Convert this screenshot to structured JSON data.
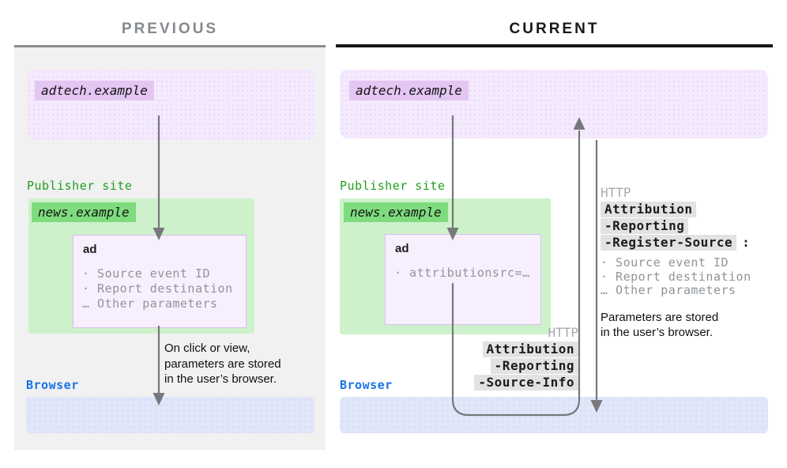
{
  "previous": {
    "title": "PREVIOUS",
    "adtech_label": "adtech.example",
    "publisher_label": "Publisher site",
    "news_label": "news.example",
    "ad_title": "ad",
    "ad_params": [
      "· Source event ID",
      "· Report destination",
      "… Other parameters"
    ],
    "note_lines": [
      "On click or view,",
      "parameters are stored",
      "in the user’s browser."
    ],
    "browser_label": "Browser"
  },
  "current": {
    "title": "CURRENT",
    "adtech_label": "adtech.example",
    "publisher_label": "Publisher site",
    "news_label": "news.example",
    "ad_title": "ad",
    "ad_params": [
      "· attributionsrc=…"
    ],
    "request": {
      "protocol": "HTTP",
      "header_lines": [
        "Attribution",
        "-Reporting",
        "-Register-Source"
      ],
      "colon": ":",
      "params": [
        "· Source event ID",
        "· Report destination",
        "… Other parameters"
      ],
      "note_lines": [
        "Parameters are stored",
        "in the user’s browser."
      ]
    },
    "response": {
      "protocol": "HTTP",
      "header_lines": [
        "Attribution",
        "-Reporting",
        "-Source-Info"
      ]
    },
    "browser_label": "Browser"
  },
  "colors": {
    "panel_bg": "#f1f1f2",
    "purple_box": "#f4eafd",
    "purple_label": "#e3c6f2",
    "green_box": "#cdf2cb",
    "green_label": "#7edc7e",
    "blue_box": "#dfe7f9",
    "highlight_bg": "#e2e2e2",
    "publisher_text": "#1f9d1f",
    "browser_text": "#1a73e8",
    "muted_text": "#8f9499",
    "arrow": "#76787a"
  }
}
